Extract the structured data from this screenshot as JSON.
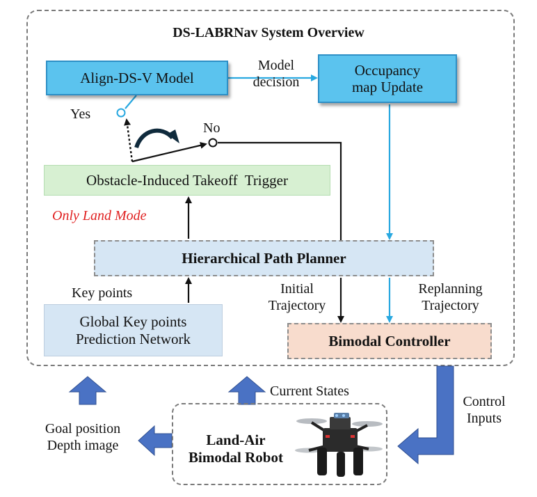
{
  "title": "DS-LABRNav System Overview",
  "boxes": {
    "align_model": "Align-DS-V Model",
    "occupancy_1": "Occupancy",
    "occupancy_2": "map Update",
    "takeoff_trigger": "Obstacle-Induced Takeoff  Trigger",
    "path_planner": "Hierarchical Path Planner",
    "keypoints_net_1": "Global Key points",
    "keypoints_net_2": "Prediction Network",
    "controller": "Bimodal Controller",
    "robot_1": "Land-Air",
    "robot_2": "Bimodal Robot"
  },
  "labels": {
    "model_decision_1": "Model",
    "model_decision_2": "decision",
    "yes": "Yes",
    "no": "No",
    "only_land_mode": "Only Land Mode",
    "key_points": "Key points",
    "initial_1": "Initial",
    "initial_2": "Trajectory",
    "replanning_1": "Replanning",
    "replanning_2": "Trajectory",
    "current_states": "Current States",
    "control_1": "Control",
    "control_2": "Inputs",
    "goal_position": "Goal position",
    "depth_image": "Depth image"
  },
  "colors": {
    "blue_box": "#5bc3ee",
    "green_box": "#d7f0d2",
    "light_blue_box": "#d6e6f4",
    "peach_box": "#f8dccd",
    "big_arrow": "#4a72c4",
    "cyan_arrow": "#28a8e0",
    "red_text": "#e02020"
  }
}
